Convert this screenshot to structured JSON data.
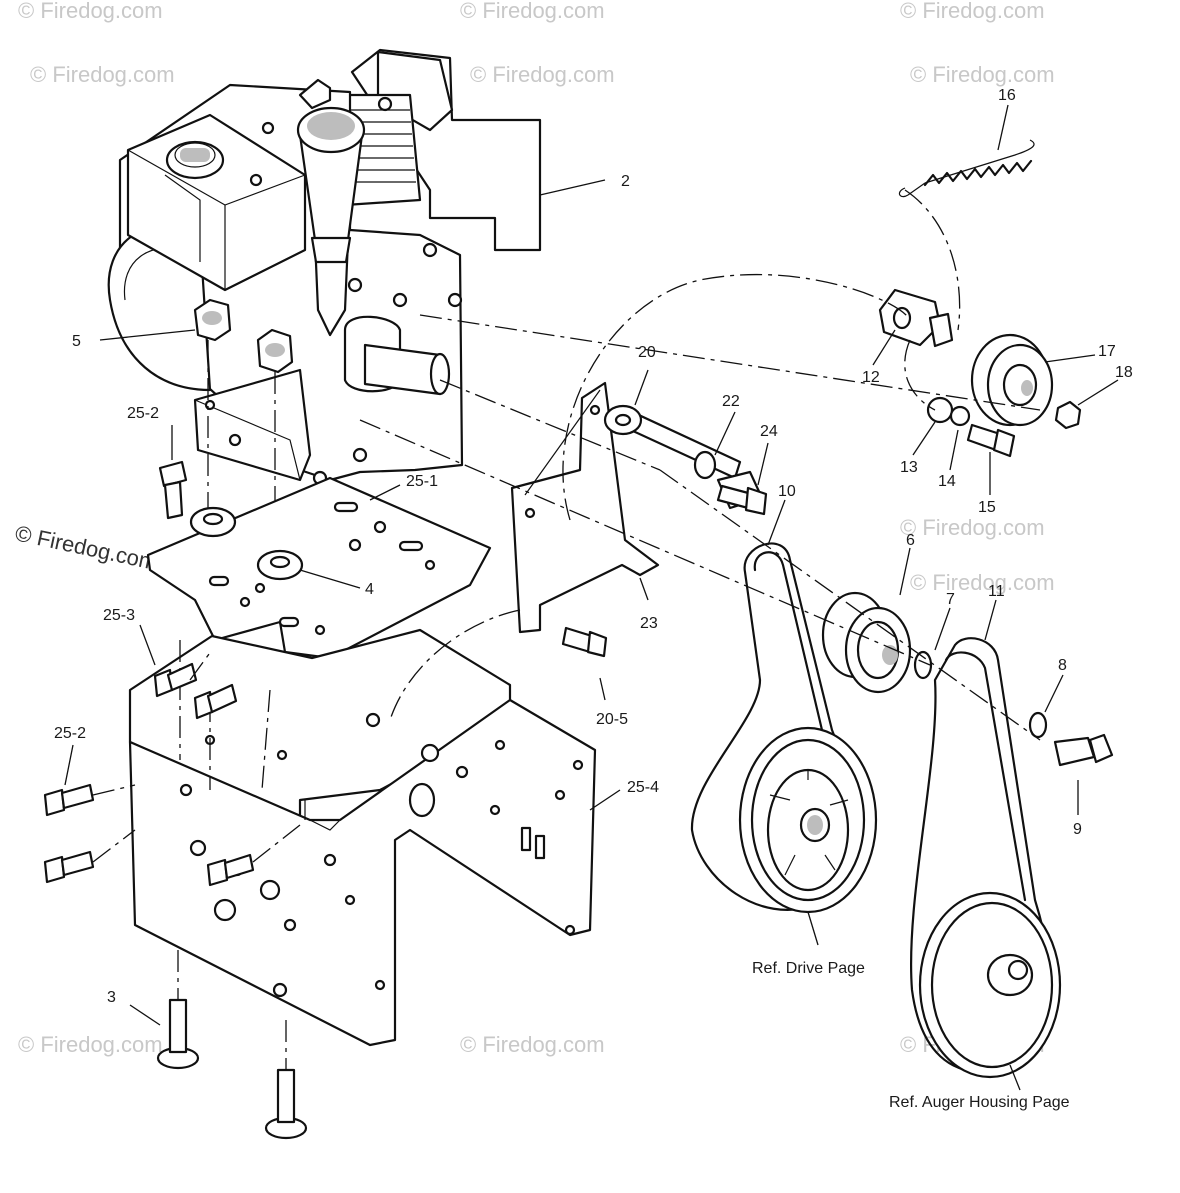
{
  "watermarks": {
    "text": "© Firedog.com",
    "tiles": [
      "© Firedog.com",
      "© Firedog.com",
      "© Firedog.com",
      "© Firedog.com",
      "© Firedog.com",
      "© Firedog.com",
      "© Firedog.com",
      "© Firedog.com",
      "© Firedog.com",
      "© Firedog.com",
      "© Firedog.com"
    ]
  },
  "callouts": {
    "c2": "2",
    "c3": "3",
    "c4": "4",
    "c5": "5",
    "c6": "6",
    "c7": "7",
    "c8": "8",
    "c9": "9",
    "c10": "10",
    "c11": "11",
    "c12": "12",
    "c13": "13",
    "c14": "14",
    "c15": "15",
    "c16": "16",
    "c17": "17",
    "c18": "18",
    "c20": "20",
    "c20_5": "20-5",
    "c22": "22",
    "c23": "23",
    "c24": "24",
    "c25_1": "25-1",
    "c25_2a": "25-2",
    "c25_2b": "25-2",
    "c25_3": "25-3",
    "c25_4": "25-4"
  },
  "references": {
    "drive": "Ref. Drive Page",
    "auger": "Ref. Auger Housing Page"
  },
  "colors": {
    "line": "#111111",
    "watermark": "#c8c8c8",
    "background": "#ffffff"
  }
}
